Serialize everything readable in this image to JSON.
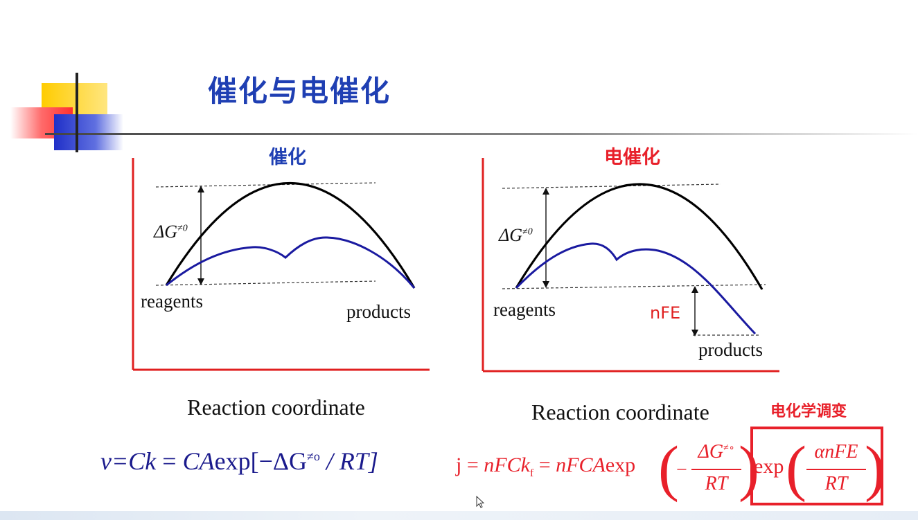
{
  "slide": {
    "title": "催化与电催化"
  },
  "left_panel": {
    "heading": "催化",
    "heading_color": "#1f3fb3",
    "delta_g_label": "ΔG",
    "delta_g_sup": "≠0",
    "reagents_label": "reagents",
    "products_label": "products",
    "xlabel": "Reaction coordinate"
  },
  "right_panel": {
    "heading": "电催化",
    "heading_color": "#e8202a",
    "delta_g_label": "ΔG",
    "delta_g_sup": "≠0",
    "reagents_label": "reagents",
    "nfe_label": "nFE",
    "products_label": "products",
    "xlabel": "Reaction coordinate",
    "tag": "电化学调变"
  },
  "equations": {
    "left": {
      "lhs": "ν=Ck",
      "eq1": "=",
      "ca": "CA",
      "exp": "exp",
      "bracket_open": "[−ΔG",
      "sup": "≠o",
      "tail": " / RT]"
    },
    "right": {
      "j": "j",
      "eq1": "=",
      "nfck": "nFCk",
      "sub_f": "f",
      "eq2": "=",
      "nfca": "nFCA",
      "exp1": "exp",
      "minus": "−",
      "num1": "ΔG",
      "num1_sup": "≠∘",
      "den1": "RT",
      "exp2": "exp",
      "num2": "αnFE",
      "den2": "RT"
    }
  },
  "colors": {
    "axis_red": "#e02020",
    "curve_black": "#000000",
    "curve_blue": "#1a1aa0",
    "eq_blue": "#1a1a8c",
    "eq_red": "#e8202a"
  }
}
